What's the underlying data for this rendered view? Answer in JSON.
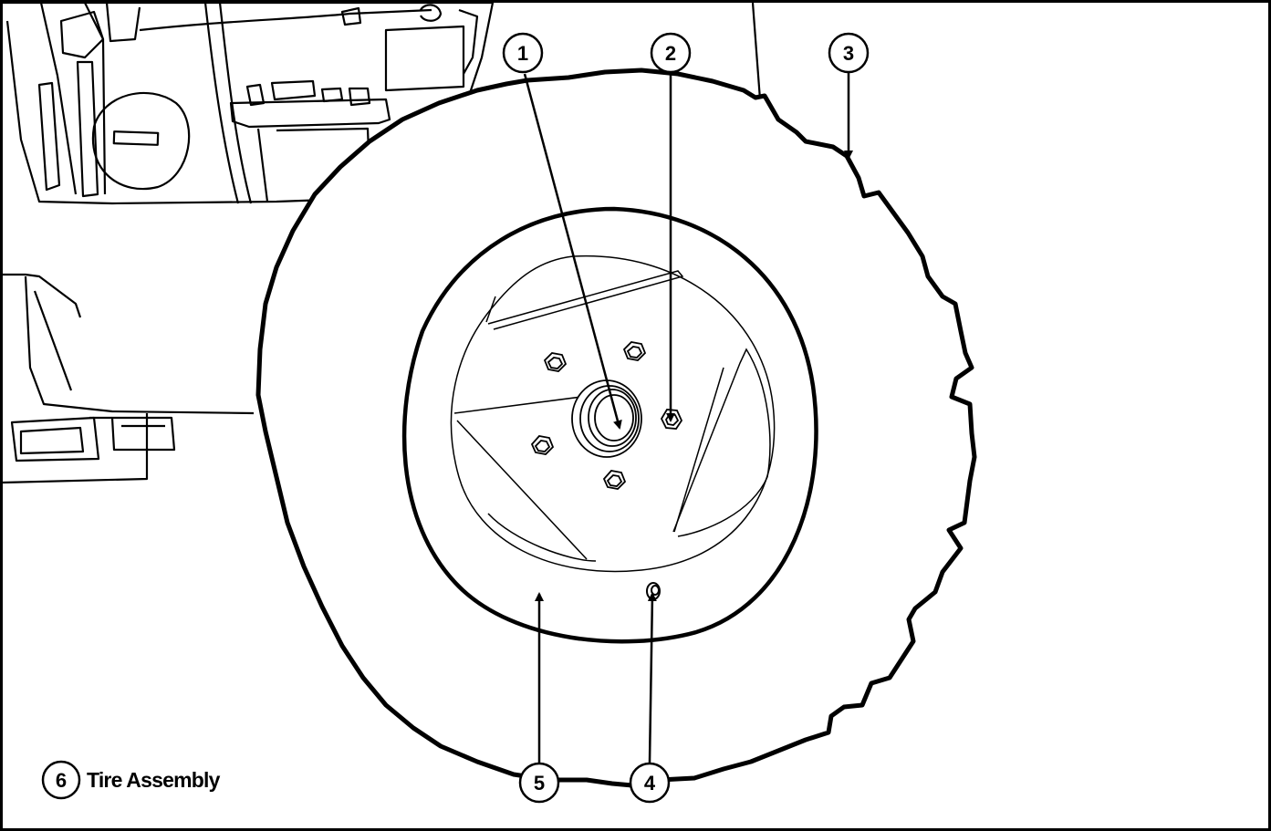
{
  "figure": {
    "caption": {
      "number": "6",
      "title": "Tire Assembly"
    },
    "callouts": [
      {
        "id": "1",
        "label": "1"
      },
      {
        "id": "2",
        "label": "2"
      },
      {
        "id": "3",
        "label": "3"
      },
      {
        "id": "4",
        "label": "4"
      },
      {
        "id": "5",
        "label": "5"
      }
    ],
    "colors": {
      "line": "#000000",
      "background": "#ffffff"
    }
  }
}
